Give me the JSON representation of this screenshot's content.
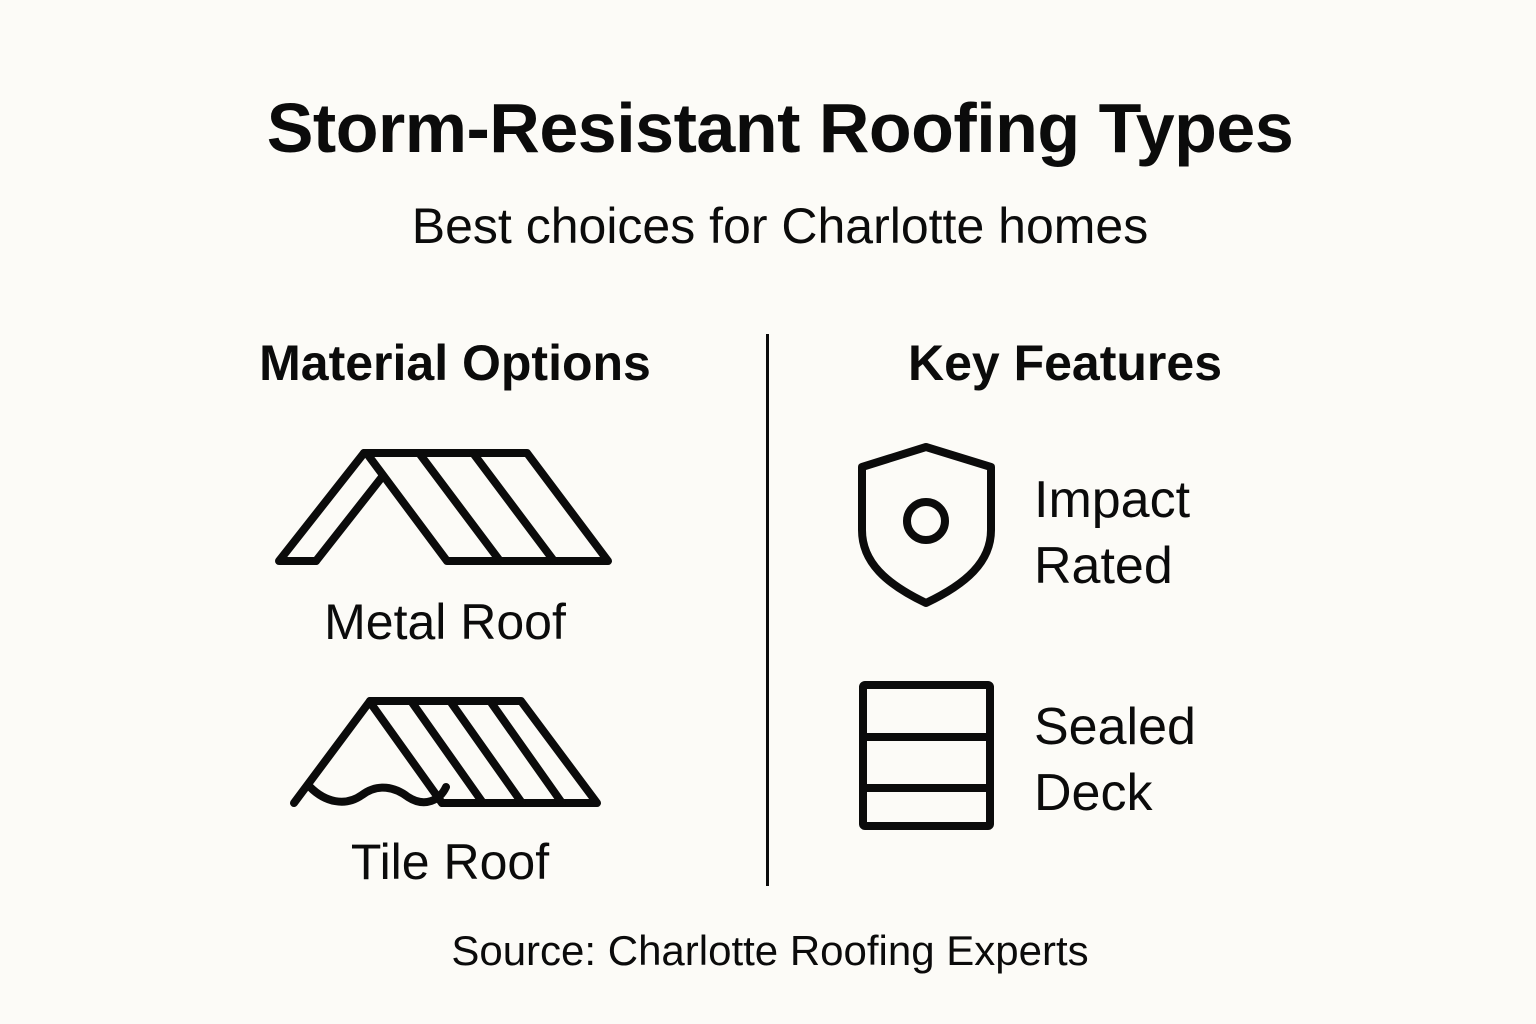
{
  "header": {
    "title": "Storm-Resistant Roofing Types",
    "subtitle": "Best choices for Charlotte homes"
  },
  "materials": {
    "heading": "Material Options",
    "items": [
      {
        "label": "Metal Roof",
        "icon": "metal-roof-icon"
      },
      {
        "label": "Tile Roof",
        "icon": "tile-roof-icon"
      }
    ]
  },
  "features": {
    "heading": "Key Features",
    "items": [
      {
        "line1": "Impact",
        "line2": "Rated",
        "icon": "shield-icon"
      },
      {
        "line1": "Sealed",
        "line2": "Deck",
        "icon": "layered-deck-icon"
      }
    ]
  },
  "footer": {
    "source": "Source: Charlotte Roofing Experts"
  },
  "colors": {
    "background": "#fcfbf7",
    "ink": "#0b0b0b"
  }
}
